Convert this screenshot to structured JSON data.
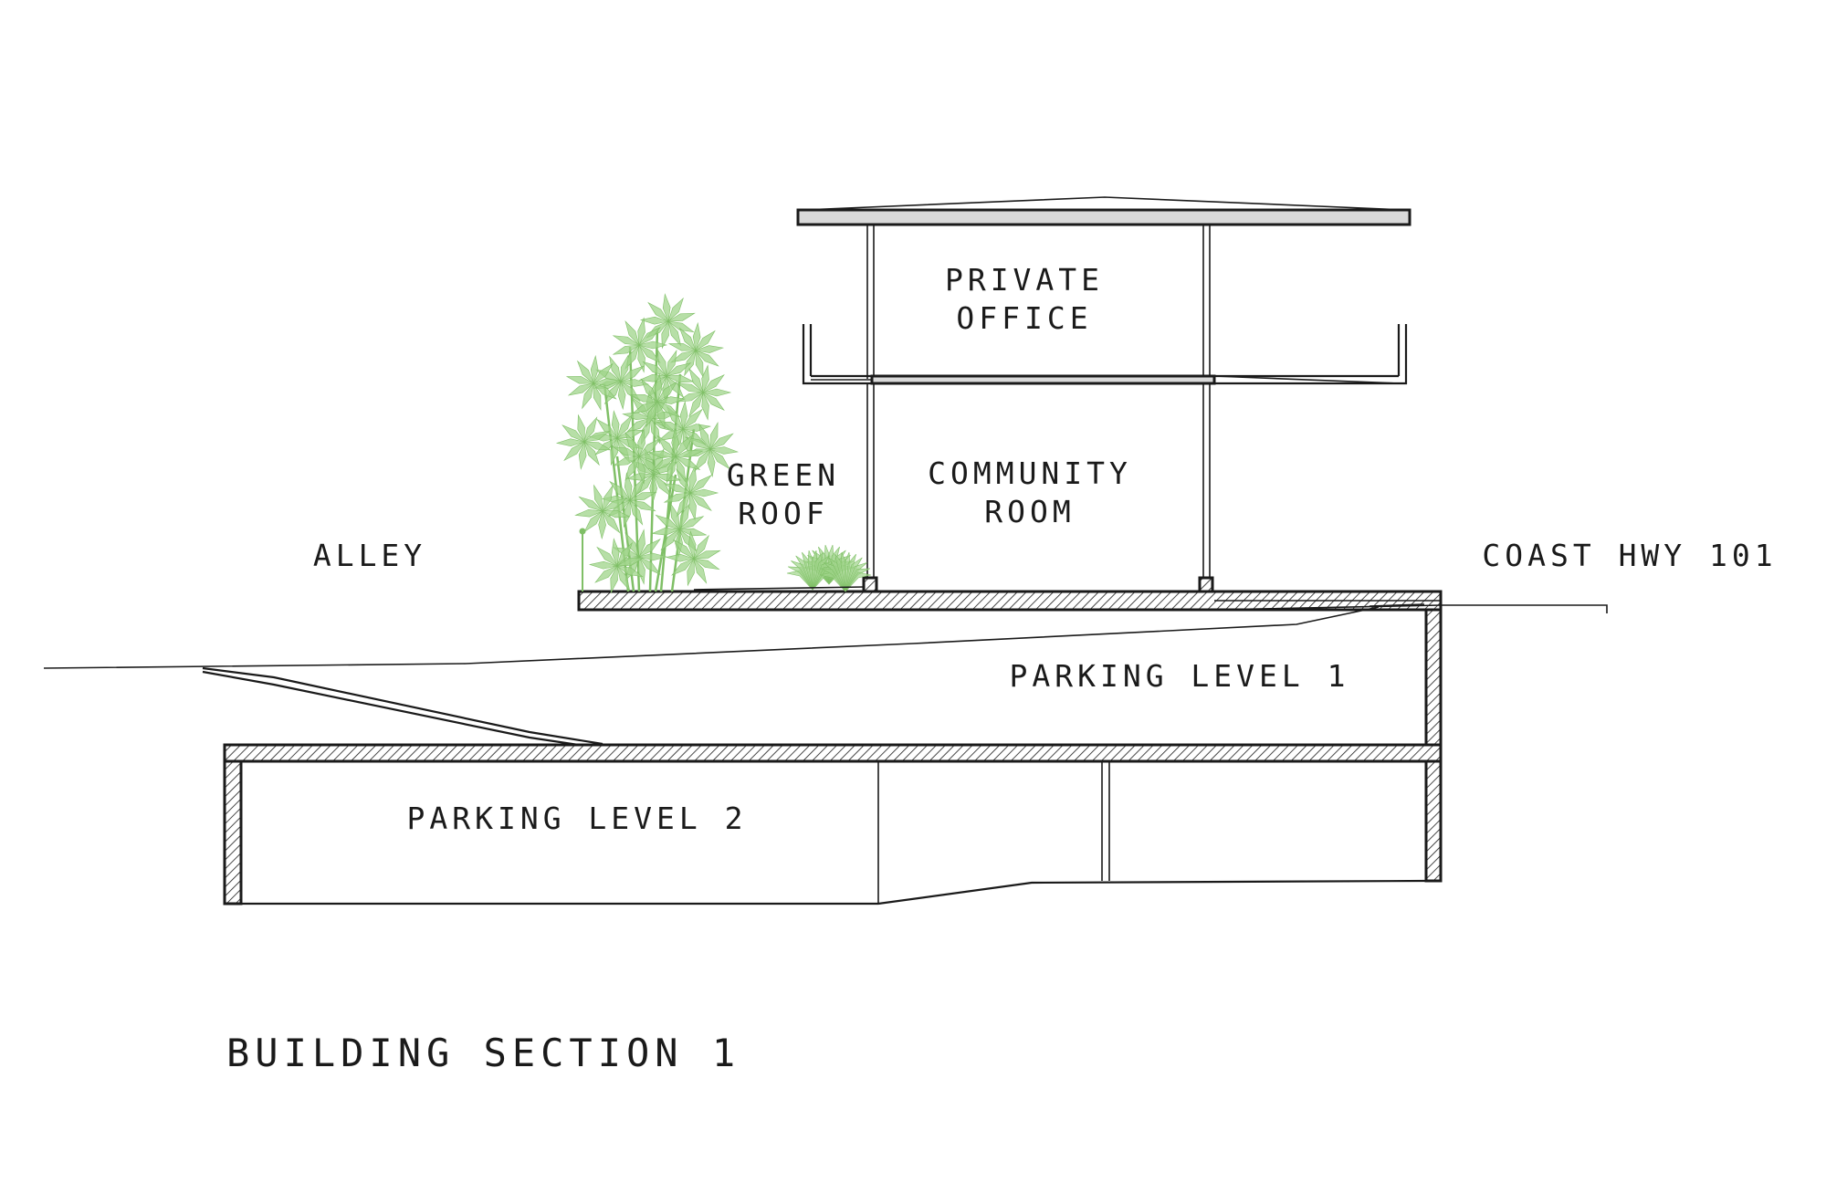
{
  "labels": {
    "private_office_line1": "PRIVATE",
    "private_office_line2": "OFFICE",
    "green_roof_line1": "GREEN",
    "green_roof_line2": "ROOF",
    "community_room_line1": "COMMUNITY",
    "community_room_line2": "ROOM",
    "alley": "ALLEY",
    "coast_hwy": "COAST HWY 101",
    "parking_level_1": "PARKING LEVEL 1",
    "parking_level_2": "PARKING LEVEL 2",
    "section_title": "BUILDING SECTION 1"
  },
  "colors": {
    "line": "#1a1a1a",
    "slab_grey": "#d9d9d9",
    "bamboo_green": "#9fd48a",
    "bamboo_green_dark": "#7fbf66"
  }
}
